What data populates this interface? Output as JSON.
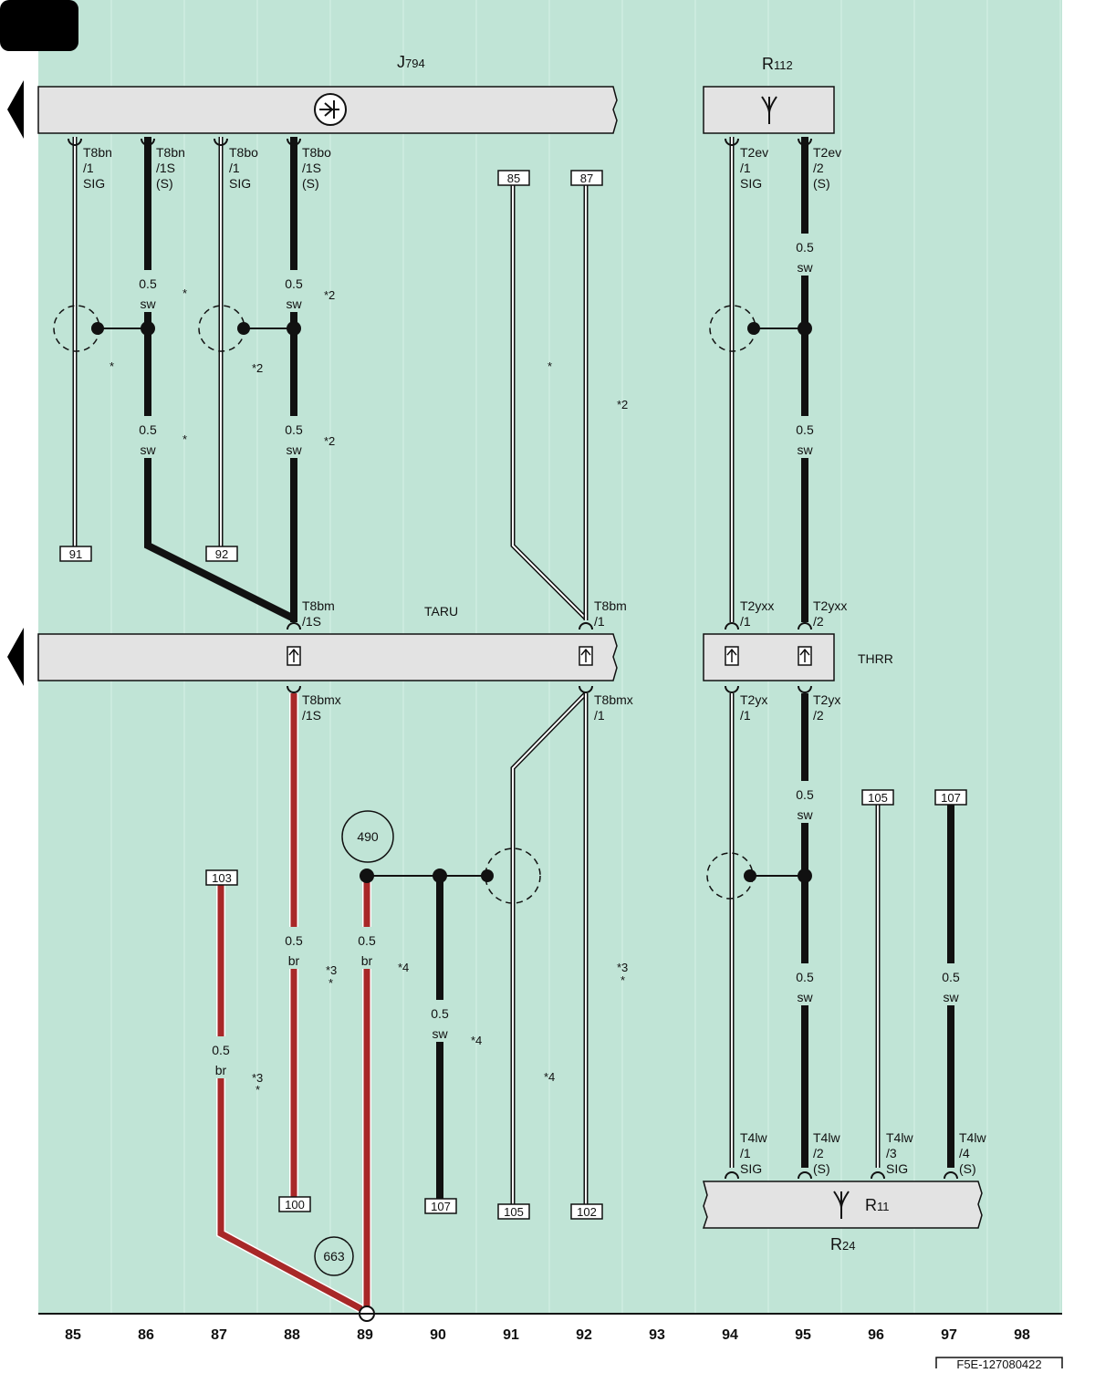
{
  "page_tab": "",
  "components": {
    "j794": {
      "name": "J",
      "sub": "794"
    },
    "r112": {
      "name": "R",
      "sub": "112"
    },
    "taru": "TARU",
    "thrr": "THRR",
    "r11": {
      "name": "R",
      "sub": "11"
    },
    "r24": {
      "name": "R",
      "sub": "24"
    }
  },
  "pins": {
    "t8bn_1": [
      "T8bn",
      "/1",
      "SIG"
    ],
    "t8bn_1s": [
      "T8bn",
      "/1S",
      "(S)"
    ],
    "t8bo_1": [
      "T8bo",
      "/1",
      "SIG"
    ],
    "t8bo_1s": [
      "T8bo",
      "/1S",
      "(S)"
    ],
    "t2ev_1": [
      "T2ev",
      "/1",
      "SIG"
    ],
    "t2ev_2": [
      "T2ev",
      "/2",
      "(S)"
    ],
    "t8bm_1s": [
      "T8bm",
      "/1S"
    ],
    "t8bm_1": [
      "T8bm",
      "/1"
    ],
    "t2yxx_1": [
      "T2yxx",
      "/1"
    ],
    "t2yxx_2": [
      "T2yxx",
      "/2"
    ],
    "t8bmx_1s": [
      "T8bmx",
      "/1S"
    ],
    "t8bmx_1": [
      "T8bmx",
      "/1"
    ],
    "t2yx_1": [
      "T2yx",
      "/1"
    ],
    "t2yx_2": [
      "T2yx",
      "/2"
    ],
    "t4lw_1": [
      "T4lw",
      "/1",
      "SIG"
    ],
    "t4lw_2": [
      "T4lw",
      "/2",
      "(S)"
    ],
    "t4lw_3": [
      "T4lw",
      "/3",
      "SIG"
    ],
    "t4lw_4": [
      "T4lw",
      "/4",
      "(S)"
    ]
  },
  "refs": {
    "r85": "85",
    "r87": "87",
    "r91": "91",
    "r92": "92",
    "r103": "103",
    "r100": "100",
    "r107a": "107",
    "r105a": "105",
    "r102": "102",
    "r105b": "105",
    "r107b": "107"
  },
  "circles": {
    "c490": "490",
    "c663": "663"
  },
  "wire_labels": {
    "w86a": [
      "0.5",
      "sw"
    ],
    "w86b": [
      "0.5",
      "sw"
    ],
    "w88a": [
      "0.5",
      "sw"
    ],
    "w88b": [
      "0.5",
      "sw"
    ],
    "w95a": [
      "0.5",
      "sw"
    ],
    "w95b": [
      "0.5",
      "sw"
    ],
    "w88c": [
      "0.5",
      "br"
    ],
    "w89": [
      "0.5",
      "br"
    ],
    "w87": [
      "0.5",
      "br"
    ],
    "w90": [
      "0.5",
      "sw"
    ],
    "w95c": [
      "0.5",
      "sw"
    ],
    "w95d": [
      "0.5",
      "sw"
    ],
    "w97": [
      "0.5",
      "sw"
    ]
  },
  "notes": {
    "n1": "*",
    "n2": "*2",
    "n3": "*",
    "n4": "*2",
    "n5": "*",
    "n6": "*2",
    "n7": "*",
    "n8": "*2",
    "n9": "*3",
    "n9b": "*",
    "n10": "*4",
    "n11": "*3",
    "n11b": "*",
    "n12": "*4",
    "n13": "*4",
    "n14": "*3",
    "n14b": "*"
  },
  "columns": [
    "85",
    "86",
    "87",
    "88",
    "89",
    "90",
    "91",
    "92",
    "93",
    "94",
    "95",
    "96",
    "97",
    "98"
  ],
  "doc_code": "F5E-127080422",
  "colors": {
    "background": "#c0e4d6",
    "wire_black": "#111111",
    "wire_brown": "#a82828",
    "housing": "#e3e3e3"
  }
}
